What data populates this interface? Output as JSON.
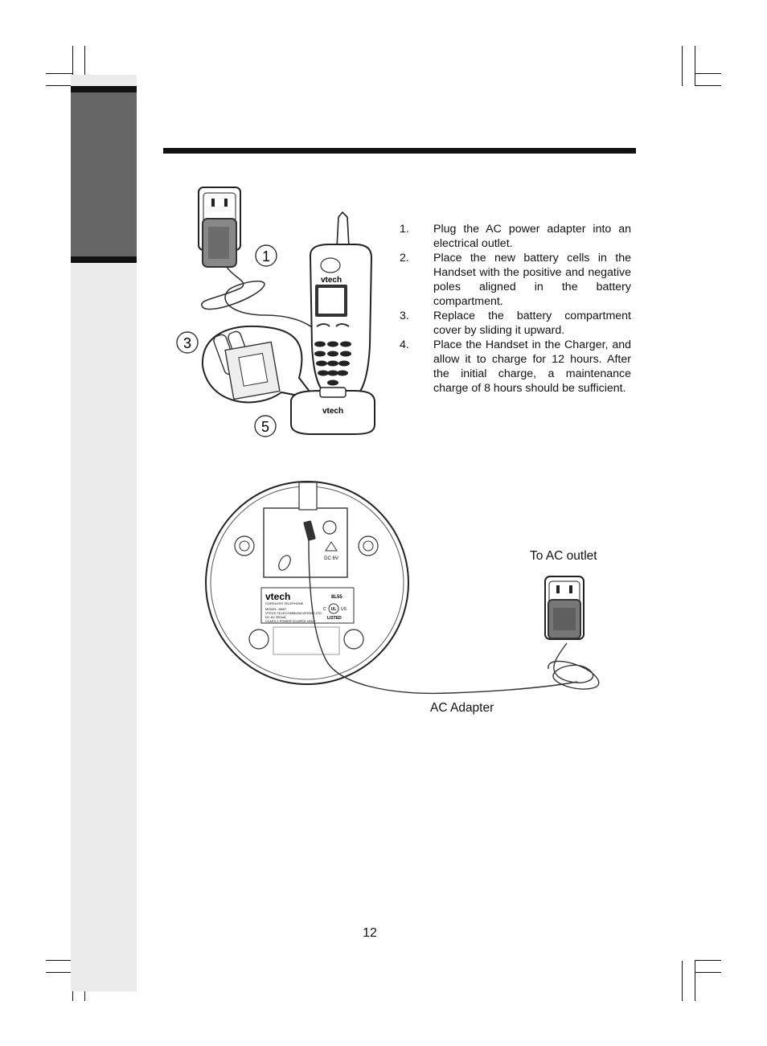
{
  "steps": [
    {
      "number": "1.",
      "text": "Plug the AC power adapter into an electrical outlet."
    },
    {
      "number": "2.",
      "text": "Place the new battery cells in the Handset with the positive and negative poles aligned in the battery compartment."
    },
    {
      "number": "3.",
      "text": "Replace the battery compartment cover by sliding it upward."
    },
    {
      "number": "4.",
      "text": "Place the Handset in the Charger, and allow it to charge for 12 hours. After the initial charge, a maintenance charge of 8 hours should be sufficient."
    }
  ],
  "illustration_top": {
    "callouts": [
      "1",
      "3",
      "5"
    ],
    "brand_handset": "vtech",
    "brand_charger": "vtech"
  },
  "illustration_bottom": {
    "label_outlet": "To AC outlet",
    "label_adapter": "AC Adapter",
    "jack_label": "DC 6V",
    "sticker_brand": "vtech",
    "sticker_lines": [
      "CORDLESS TELEPHONE",
      "MODEL: i5807",
      "VTECH TELECOMMUNICATIONS LTD.",
      "DC 6V 300mA",
      "CLASS 2 POWER SOURCE ONLY"
    ],
    "ul_mark": "UL",
    "ul_listed": "LISTED",
    "ul_code": "8L55",
    "ul_c": "C",
    "ul_us": "US"
  },
  "page_number": "12"
}
